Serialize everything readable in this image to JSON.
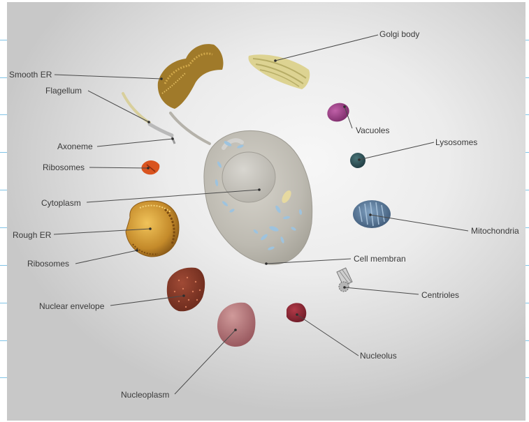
{
  "labels": {
    "golgi": "Golgi body",
    "smooth_er": "Smooth ER",
    "flagellum": "Flagellum",
    "vacuoles": "Vacuoles",
    "lysosomes": "Lysosomes",
    "axoneme": "Axoneme",
    "ribosomes_top": "Ribosomes",
    "cytoplasm": "Cytoplasm",
    "mitochondria": "Mitochondria",
    "rough_er": "Rough ER",
    "ribosomes_bottom": "Ribosomes",
    "cell_membrane": "Cell membran",
    "centrioles": "Centrioles",
    "nuclear_envelope": "Nuclear envelope",
    "nucleolus": "Nucleolus",
    "nucleoplasm": "Nucleoplasm"
  }
}
